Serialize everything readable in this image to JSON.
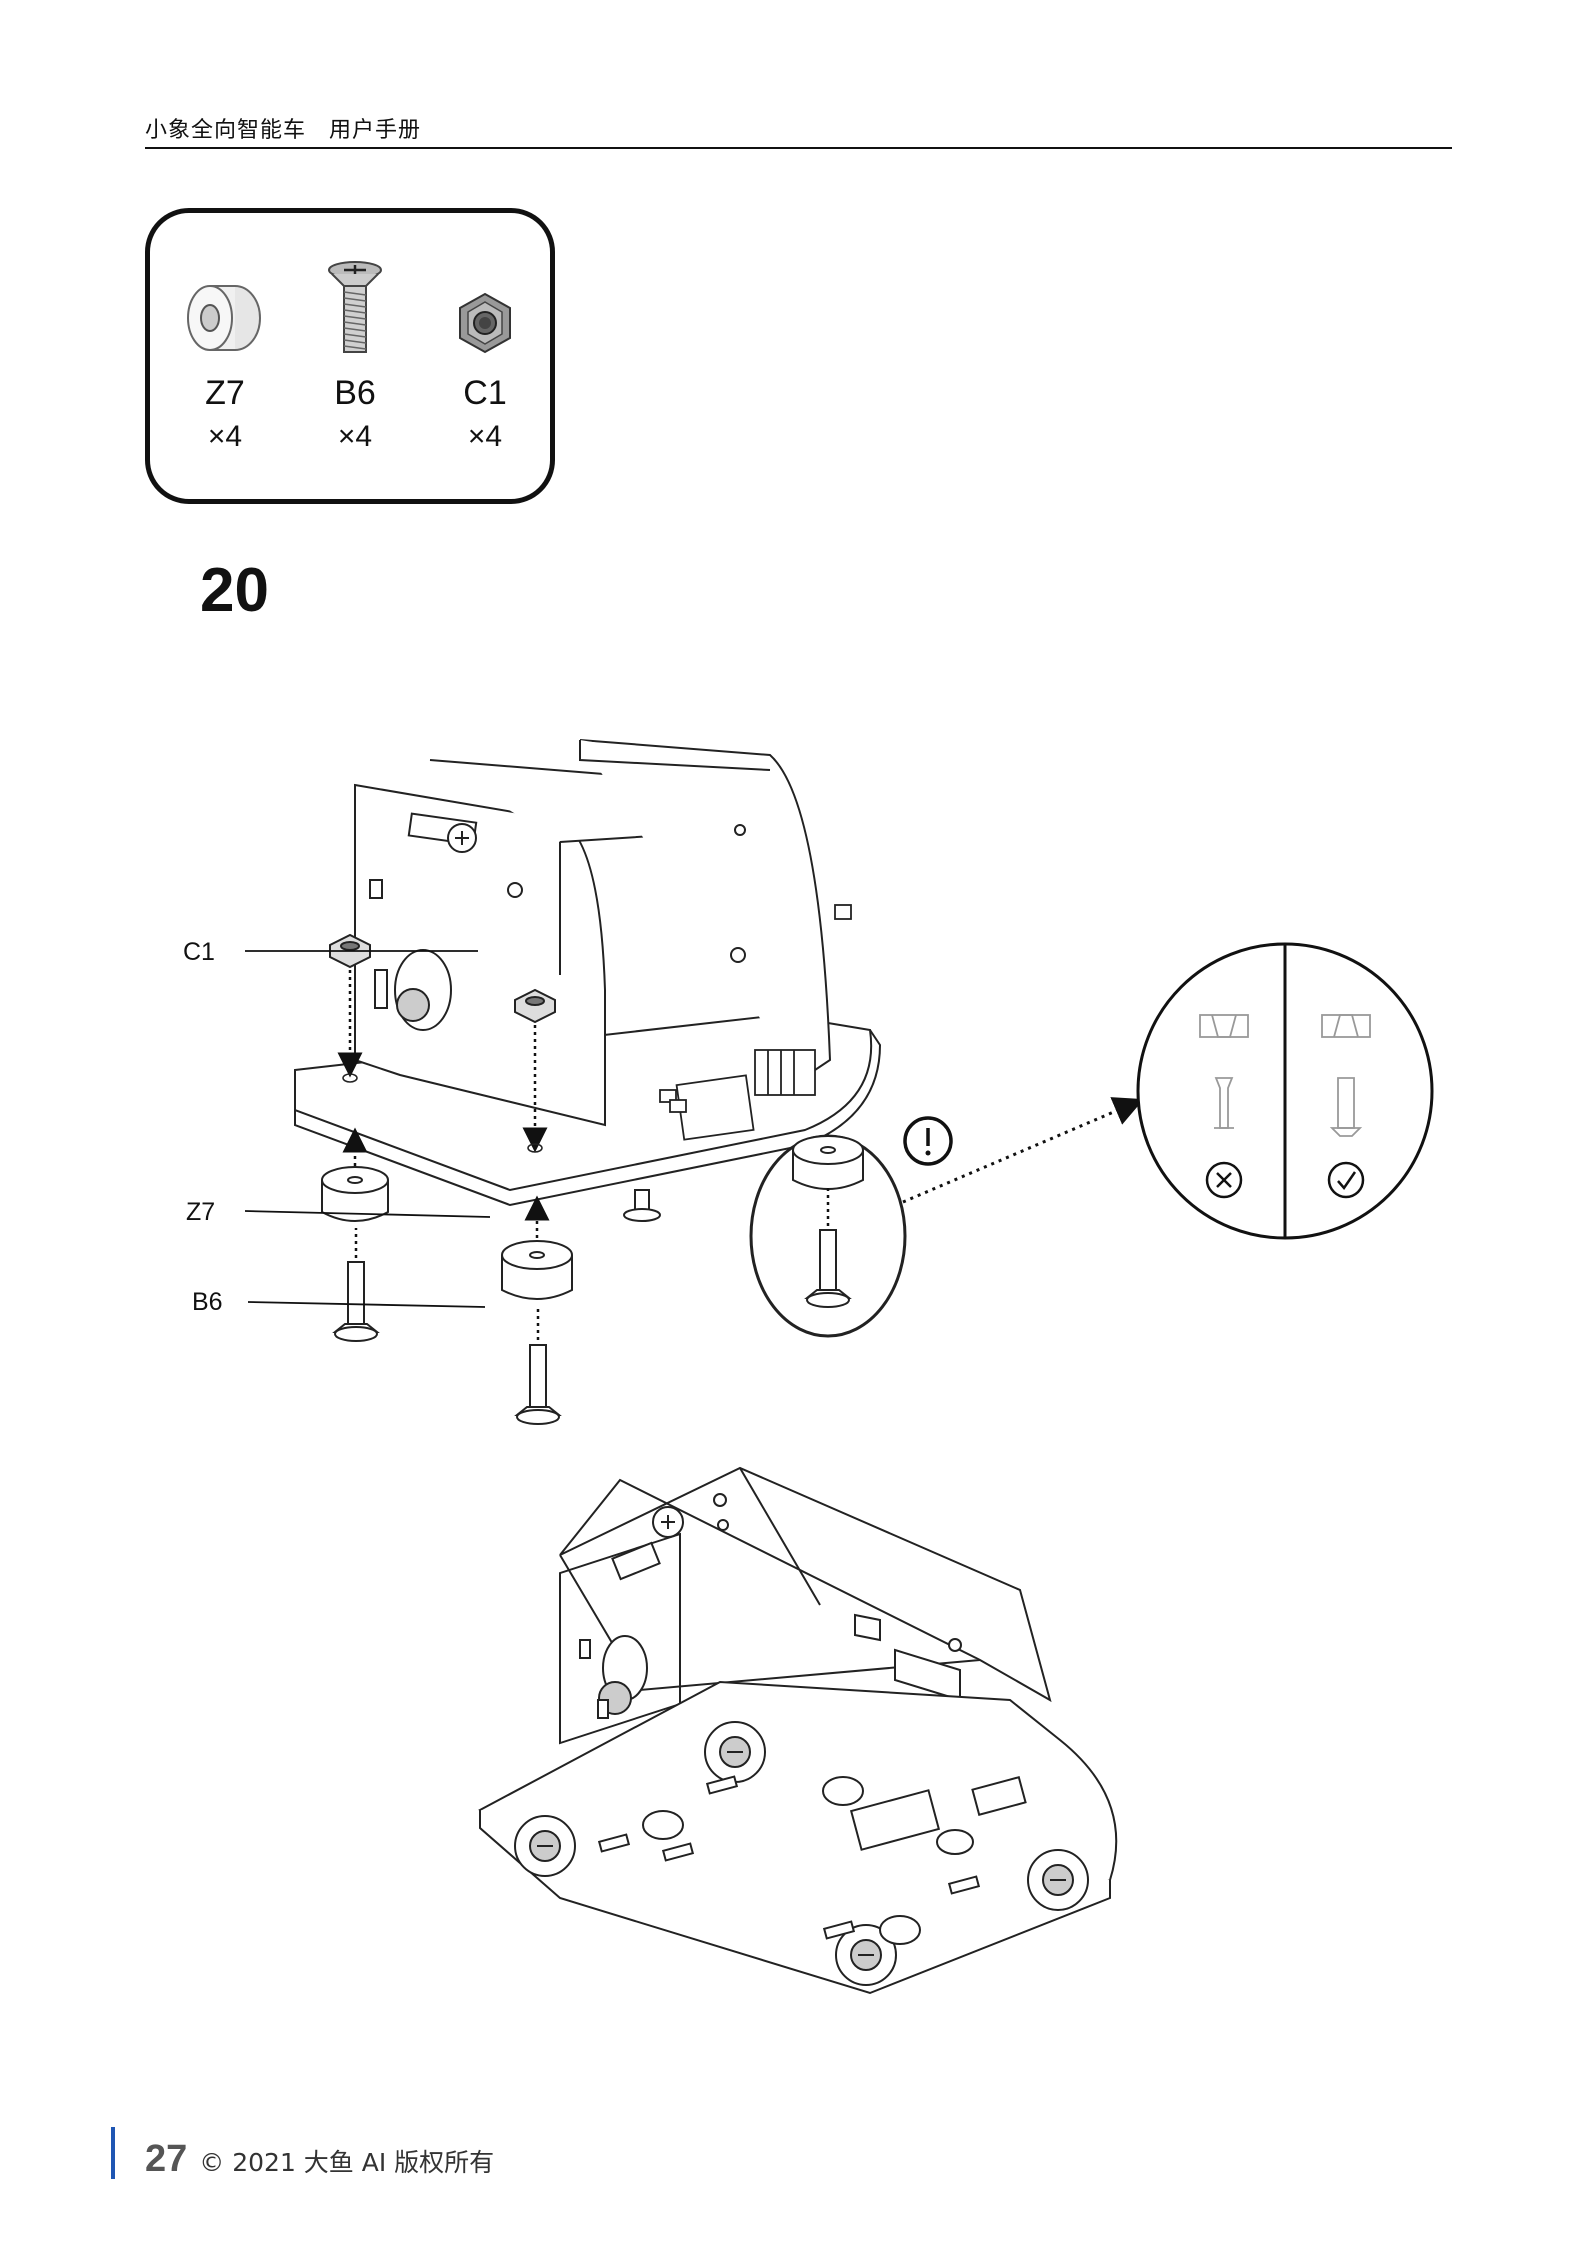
{
  "header": {
    "title": "小象全向智能车　用户手册"
  },
  "parts": [
    {
      "icon": "spacer-icon",
      "code": "Z7",
      "qty": "×4"
    },
    {
      "icon": "screw-icon",
      "code": "B6",
      "qty": "×4"
    },
    {
      "icon": "hex-nut-icon",
      "code": "C1",
      "qty": "×4"
    }
  ],
  "step": {
    "number": "20"
  },
  "callouts": {
    "c1": "C1",
    "z7": "Z7",
    "b6": "B6"
  },
  "detail": {
    "warning_icon": "warning-icon",
    "wrong_icon": "cross-circle-icon",
    "right_icon": "check-circle-icon"
  },
  "footer": {
    "page": "27",
    "copyright": "© 2021 大鱼 AI 版权所有"
  }
}
